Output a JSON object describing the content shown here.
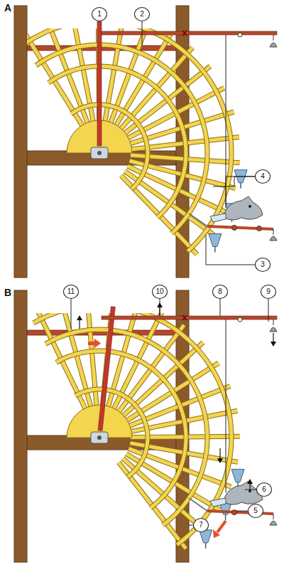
{
  "diagram": {
    "nodes": [
      {
        "text": [
          "1"
        ]
      },
      {
        "text": [
          "2"
        ]
      },
      {
        "text": [
          "4"
        ]
      },
      {
        "text": [
          "3"
        ]
      },
      {
        "text": [
          "11"
        ]
      },
      {
        "text": [
          "10"
        ]
      },
      {
        "text": [
          "8"
        ]
      },
      {
        "text": [
          "9"
        ]
      },
      {
        "text": [
          "6"
        ]
      },
      {
        "text": [
          "5"
        ]
      },
      {
        "text": [
          "7"
        ]
      }
    ],
    "labels": [
      "A",
      "B"
    ]
  }
}
